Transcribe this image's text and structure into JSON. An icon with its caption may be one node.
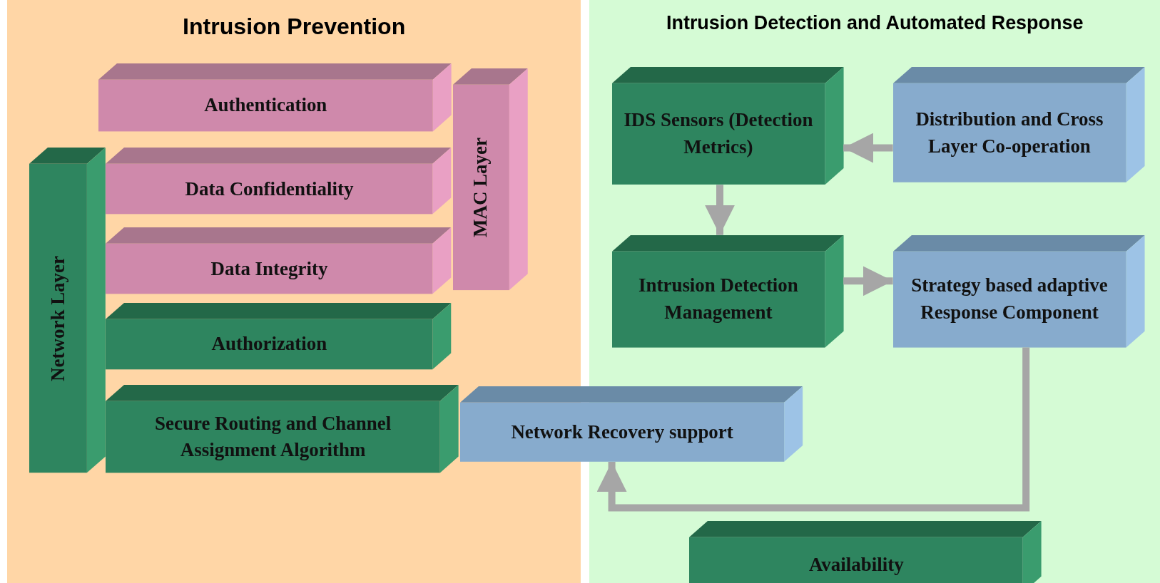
{
  "diagram": {
    "nodes": [
      {
        "text": [
          "Intrusion Prevention"
        ]
      },
      {
        "text": [
          "Authentication"
        ],
        "in": 0
      },
      {
        "text": [
          "MAC Layer"
        ],
        "in": 0
      },
      {
        "text": [
          "Data Confidentiality"
        ],
        "in": 0
      },
      {
        "text": [
          "Network Layer"
        ],
        "in": 0
      },
      {
        "text": [
          "Data Integrity"
        ],
        "in": 0
      },
      {
        "text": [
          "Authorization"
        ],
        "in": 0
      },
      {
        "text": [
          "Secure Routing and Channel Assignment Algorithm"
        ],
        "in": 0
      },
      {
        "text": [
          "Network Recovery support"
        ]
      },
      {
        "text": [
          "Intrusion Detection and Automated Response"
        ]
      },
      {
        "text": [
          "IDS Sensors (Detection Metrics)"
        ],
        "in": 9
      },
      {
        "text": [
          "Distribution and Cross Layer Co-operation"
        ],
        "in": 9
      },
      {
        "text": [
          "Intrusion Detection Management"
        ],
        "in": 9
      },
      {
        "text": [
          "Strategy based adaptive Response Component"
        ],
        "in": 9
      },
      {
        "text": [
          "Availability"
        ],
        "in": 9
      }
    ],
    "edges": [
      {
        "from": 11,
        "to": 10,
        "arrow": "to"
      },
      {
        "from": 10,
        "to": 12,
        "arrow": "to"
      },
      {
        "from": 12,
        "to": 13,
        "arrow": "to"
      },
      {
        "from": 13,
        "to": 8,
        "arrow": "to"
      }
    ]
  }
}
